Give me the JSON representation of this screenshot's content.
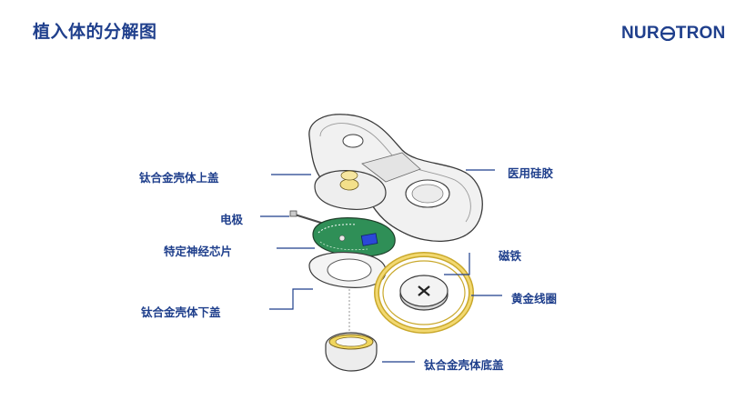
{
  "title": "植入体的分解图",
  "logo": {
    "left": "NUR",
    "right": "TRON",
    "brand_color": "#1f3f8c"
  },
  "labels": {
    "titanium_top": "钛合金壳体上盖",
    "electrode": "电极",
    "chip": "特定神经芯片",
    "titanium_bottom": "钛合金壳体下盖",
    "silicone": "医用硅胶",
    "magnet": "磁铁",
    "coil": "黄金线圈",
    "titanium_base": "钛合金壳体底盖"
  },
  "colors": {
    "label": "#1f3f8c",
    "leader": "#1f3f8c",
    "coil": "#e3c34a",
    "pcb": "#2f8f57",
    "chip": "#2b48d8"
  }
}
